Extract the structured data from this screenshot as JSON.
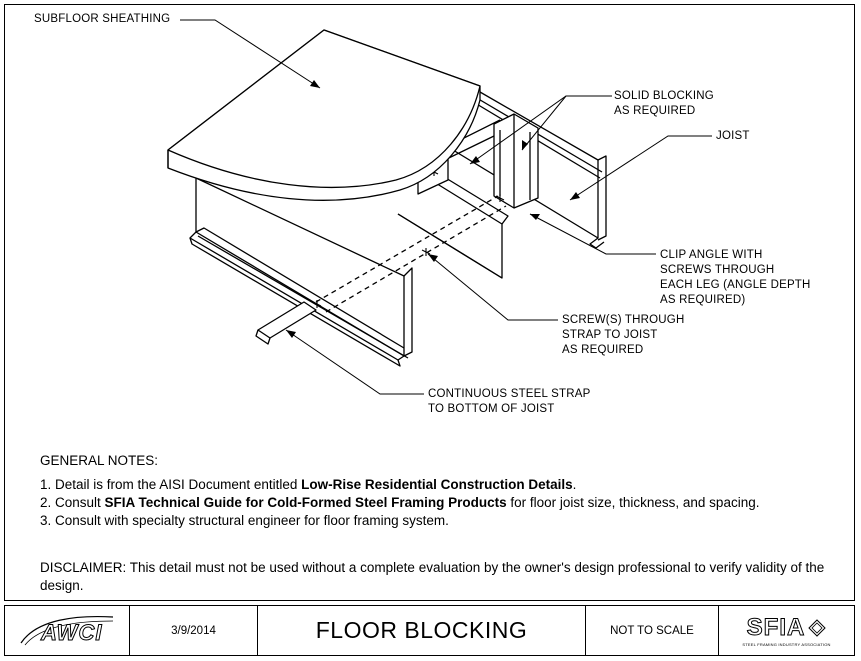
{
  "labels": {
    "subfloor": "SUBFLOOR SHEATHING",
    "solid_blocking": [
      "SOLID BLOCKING",
      "AS REQUIRED"
    ],
    "joist": "JOIST",
    "clip_angle": [
      "CLIP ANGLE WITH",
      "SCREWS THROUGH",
      "EACH LEG (ANGLE DEPTH",
      "AS REQUIRED)"
    ],
    "screws": [
      "SCREW(S) THROUGH",
      "STRAP TO JOIST",
      "AS REQUIRED"
    ],
    "strap": [
      "CONTINUOUS STEEL STRAP",
      "TO BOTTOM OF JOIST"
    ]
  },
  "notes": {
    "heading": "GENERAL NOTES:",
    "note1_pre": "1. Detail is from the AISI Document entitled ",
    "note1_bold": "Low-Rise Residential Construction Details",
    "note1_post": ".",
    "note2_pre": "2. Consult ",
    "note2_bold": "SFIA Technical Guide for Cold-Formed Steel Framing Products",
    "note2_post": " for floor joist size, thickness, and spacing.",
    "note3": "3. Consult with specialty structural engineer for floor framing system.",
    "disclaimer_label": "DISCLAIMER",
    "disclaimer_text": ": This detail must not be used without a complete evaluation by the owner's design professional to verify validity of the design."
  },
  "title_block": {
    "left_logo": "AWCI",
    "date": "3/9/2014",
    "title": "FLOOR BLOCKING",
    "scale": "NOT TO SCALE",
    "right_logo": "SFIA",
    "right_logo_sub": "STEEL FRAMING INDUSTRY ASSOCIATION"
  }
}
